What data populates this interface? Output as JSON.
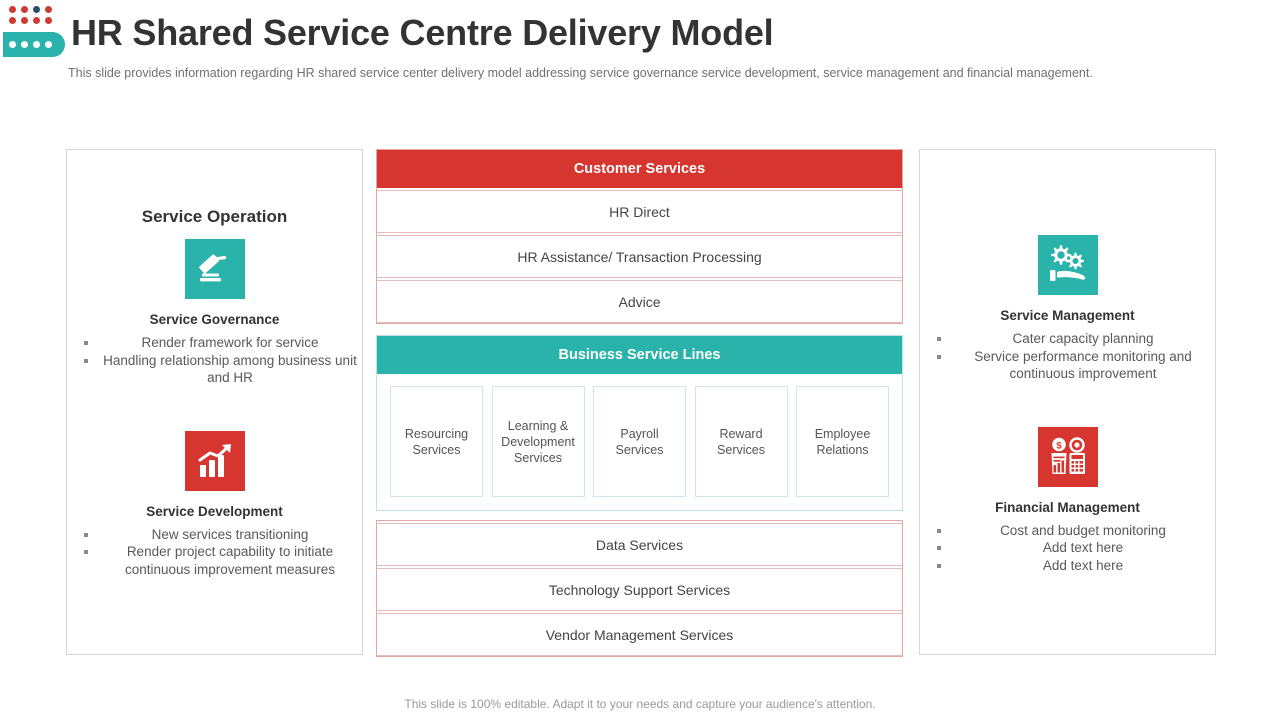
{
  "header": {
    "title": "HR Shared Service Centre Delivery Model",
    "subtitle": "This slide provides information regarding HR shared service center delivery model addressing service governance service development, service management and financial management."
  },
  "colors": {
    "red": "#d6362f",
    "teal": "#29b3ab",
    "navy": "#2e4a6b",
    "border_red": "#e0a7a3",
    "border_teal": "#bfe3e1",
    "text_dark": "#333333",
    "text_body": "#595959"
  },
  "left_panel": {
    "heading": "Service Operation",
    "blocks": [
      {
        "icon": "gavel-icon",
        "icon_color": "teal",
        "title": "Service Governance",
        "bullets": [
          "Render framework for service",
          "Handling relationship among business unit and HR"
        ]
      },
      {
        "icon": "bar-chart-growth-icon",
        "icon_color": "red",
        "title": "Service Development",
        "bullets": [
          "New services transitioning",
          "Render project capability to initiate continuous improvement measures"
        ]
      }
    ]
  },
  "center": {
    "customer_services": {
      "band_label": "Customer Services",
      "items": [
        "HR Direct",
        "HR Assistance/ Transaction Processing",
        "Advice"
      ]
    },
    "business_service_lines": {
      "band_label": "Business Service Lines",
      "cards": [
        "Resourcing Services",
        "Learning & Development Services",
        "Payroll Services",
        "Reward Services",
        "Employee Relations"
      ]
    },
    "shared_services": {
      "items": [
        "Data Services",
        "Technology Support Services",
        "Vendor Management Services"
      ]
    }
  },
  "right_panel": {
    "blocks": [
      {
        "icon": "hand-gears-icon",
        "icon_color": "teal",
        "title": "Service Management",
        "bullets": [
          "Cater capacity planning",
          "Service performance monitoring and continuous improvement"
        ]
      },
      {
        "icon": "money-calculator-icon",
        "icon_color": "red",
        "title": "Financial Management",
        "bullets": [
          "Cost and budget monitoring",
          "Add text here",
          "Add text here"
        ]
      }
    ]
  },
  "footer": {
    "note": "This slide is 100% editable. Adapt it to your needs and capture your audience's attention."
  }
}
